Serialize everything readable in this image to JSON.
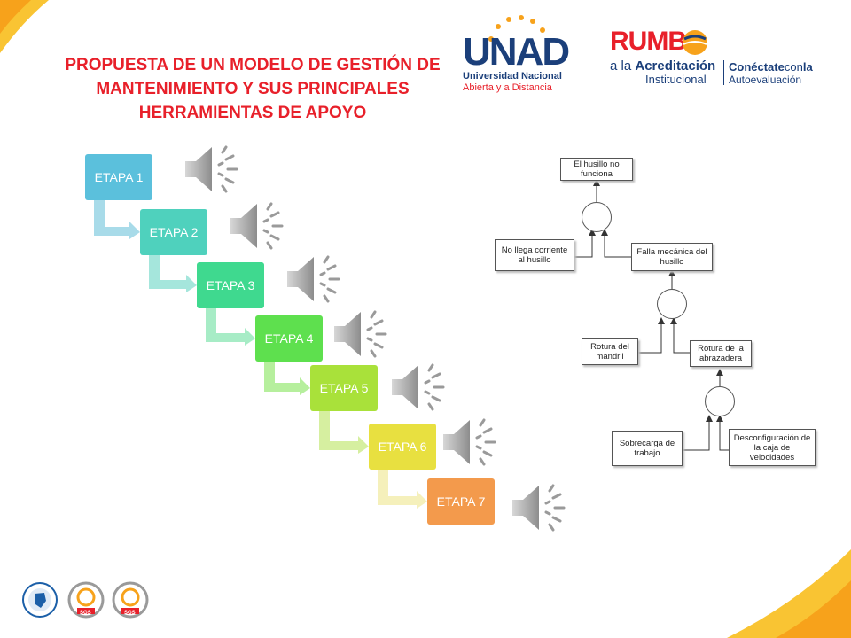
{
  "title": "PROPUESTA DE UN MODELO DE GESTIÓN DE MANTENIMIENTO Y SUS PRINCIPALES HERRAMIENTAS DE APOYO",
  "logos": {
    "unad": {
      "mark": "UNAD",
      "line1": "Universidad Nacional",
      "line2": "Abierta y a Distancia"
    },
    "rumbo": {
      "mark": "RUMB",
      "line1_prefix": "a la ",
      "line1_bold": "Acreditación",
      "line2": "Institucional",
      "right_bold": "Conéctate",
      "right_thin": "con",
      "right_bold2": "la",
      "right_line2": "Autoevaluación"
    },
    "sgs": [
      "SGS",
      "SGS"
    ]
  },
  "stages": [
    {
      "label": "ETAPA 1",
      "color": "#5bc0dc"
    },
    {
      "label": "ETAPA 2",
      "color": "#4fd1bd"
    },
    {
      "label": "ETAPA 3",
      "color": "#3fd98f"
    },
    {
      "label": "ETAPA 4",
      "color": "#5ee04e"
    },
    {
      "label": "ETAPA 5",
      "color": "#a9e13a"
    },
    {
      "label": "ETAPA 6",
      "color": "#e8e040"
    },
    {
      "label": "ETAPA 7",
      "color": "#f39a4c"
    }
  ],
  "fault_tree": {
    "top": "El husillo no funciona",
    "left1": "No llega corriente al husillo",
    "right1": "Falla mecánica del husillo",
    "left2": "Rotura del mandril",
    "right2": "Rotura de la abrazadera",
    "left3": "Sobrecarga de trabajo",
    "right3": "Desconfiguración de la caja de velocidades"
  },
  "icons": {
    "speaker": "speaker-icon",
    "arrow": "bent-arrow-icon"
  },
  "accent": {
    "red": "#e8202a",
    "orange": "#f7a21b",
    "yellow": "#f9c433"
  }
}
